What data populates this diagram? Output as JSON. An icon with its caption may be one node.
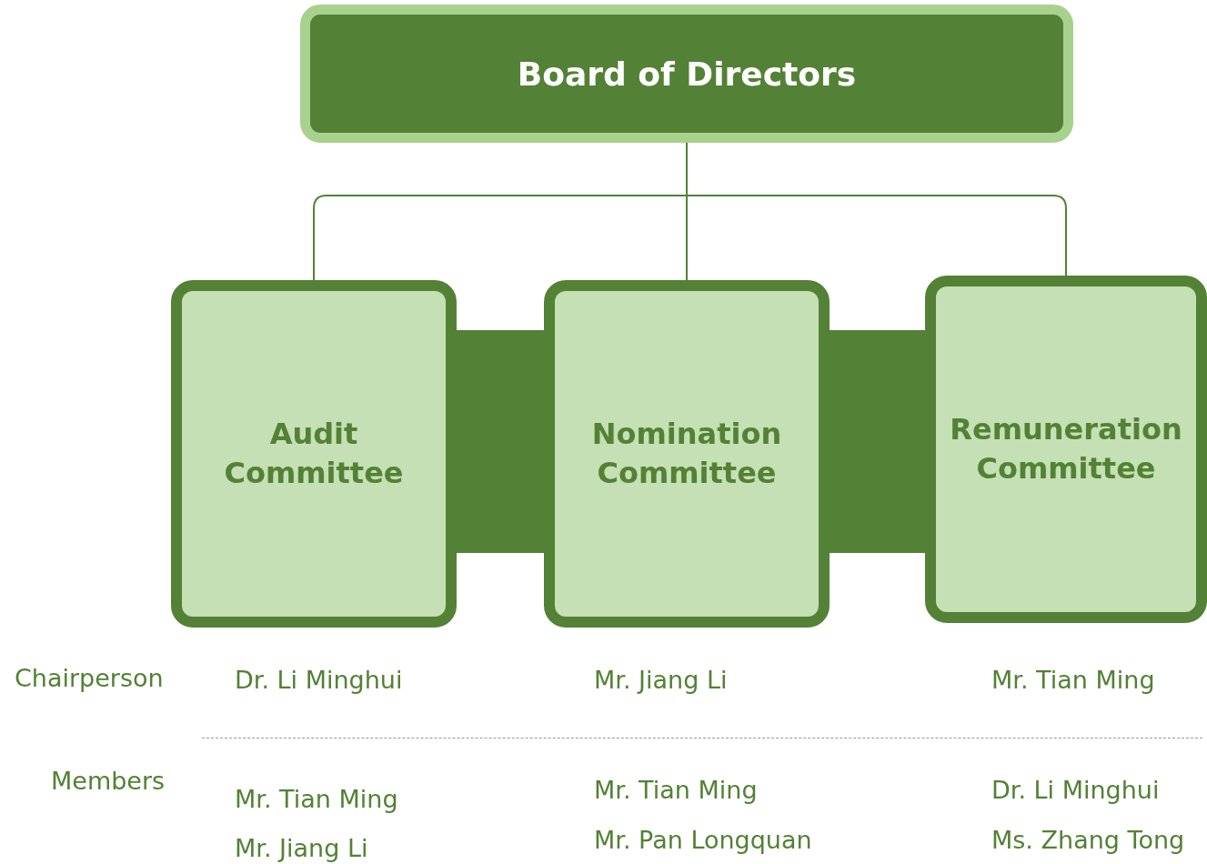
{
  "diagram": {
    "nodes": [
      {
        "text": [
          "Board of Directors"
        ]
      },
      {
        "text": [
          "Audit Committee"
        ]
      },
      {
        "text": [
          "Nomination Committee"
        ]
      },
      {
        "text": [
          "Remuneration Committee"
        ]
      },
      {
        "text": [],
        "shape": "bar"
      },
      {
        "text": [],
        "shape": "bar"
      }
    ],
    "edges": [
      {
        "from": 0,
        "to": 1,
        "arrow": "none"
      },
      {
        "from": 0,
        "to": 2,
        "arrow": "none"
      },
      {
        "from": 0,
        "to": 3,
        "arrow": "none"
      }
    ],
    "labels": [
      "Chairperson",
      "Dr. Li Minghui",
      "Mr. Jiang Li",
      "Mr. Tian Ming",
      "Members",
      "Mr. Tian Ming",
      "Mr. Tian Ming",
      "Dr. Li Minghui",
      "Mr. Jiang Li",
      "Mr. Pan Longquan",
      "Ms. Zhang Tong"
    ]
  }
}
